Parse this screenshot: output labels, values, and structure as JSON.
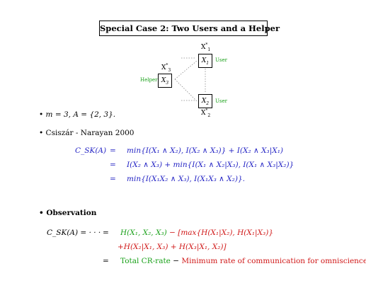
{
  "title": "Special Case 2: Two Users and a Helper",
  "diagram": {
    "node_top": "X",
    "node_top_sub": "1",
    "node_top_label": "X",
    "node_top_label_sup": "*",
    "node_top_label_sub": "1",
    "user_label_top": "User",
    "helper_label": "Helper",
    "node_helper": "X",
    "node_helper_sub": "3",
    "node_helper_label": "X",
    "node_helper_label_sup": "*",
    "node_helper_label_sub": "3",
    "node_bottom": "X",
    "node_bottom_sub": "2",
    "node_bottom_label": "X",
    "node_bottom_label_sup": "*",
    "node_bottom_label_sub": "2",
    "user_label_bottom": "User",
    "colors": {
      "user": "#1aa11a",
      "helper": "#1aa11a",
      "lines": "#888888"
    }
  },
  "bullets": {
    "b1": "m = 3,  A = {2, 3}.",
    "b2": "Csiszár - Narayan 2000",
    "b3": "Observation"
  },
  "csk_block": {
    "lhs": "C_SK(A)",
    "eq": "=",
    "line1": "min{I(X₁ ∧ X₂), I(X₂ ∧ X₃)} + I(X₂ ∧ X₃|X₁)",
    "line2": "I(X₂ ∧ X₃) + min{I(X₁ ∧ X₂|X₃), I(X₁ ∧ X₃|X₂)}",
    "line3": "min{I(X₁X₂ ∧ X₃), I(X₁X₃ ∧ X₂)}."
  },
  "observation": {
    "lhs": "C_SK(A) = · · ·",
    "eq": "=",
    "l1_green": "H(X₁, X₂, X₃)",
    "l1_red": "− [max{H(X₁|X₂), H(X₁|X₃)}",
    "l2_red": "+H(X₂|X₁, X₃) + H(X₃|X₁, X₂)]",
    "l3_green": "Total CR-rate",
    "l3_minus": "−",
    "l3_red": "Minimum rate of communication for omniscience.",
    "colors": {
      "green": "#1aa11a",
      "red": "#d01818",
      "blue": "#2323c4"
    }
  }
}
